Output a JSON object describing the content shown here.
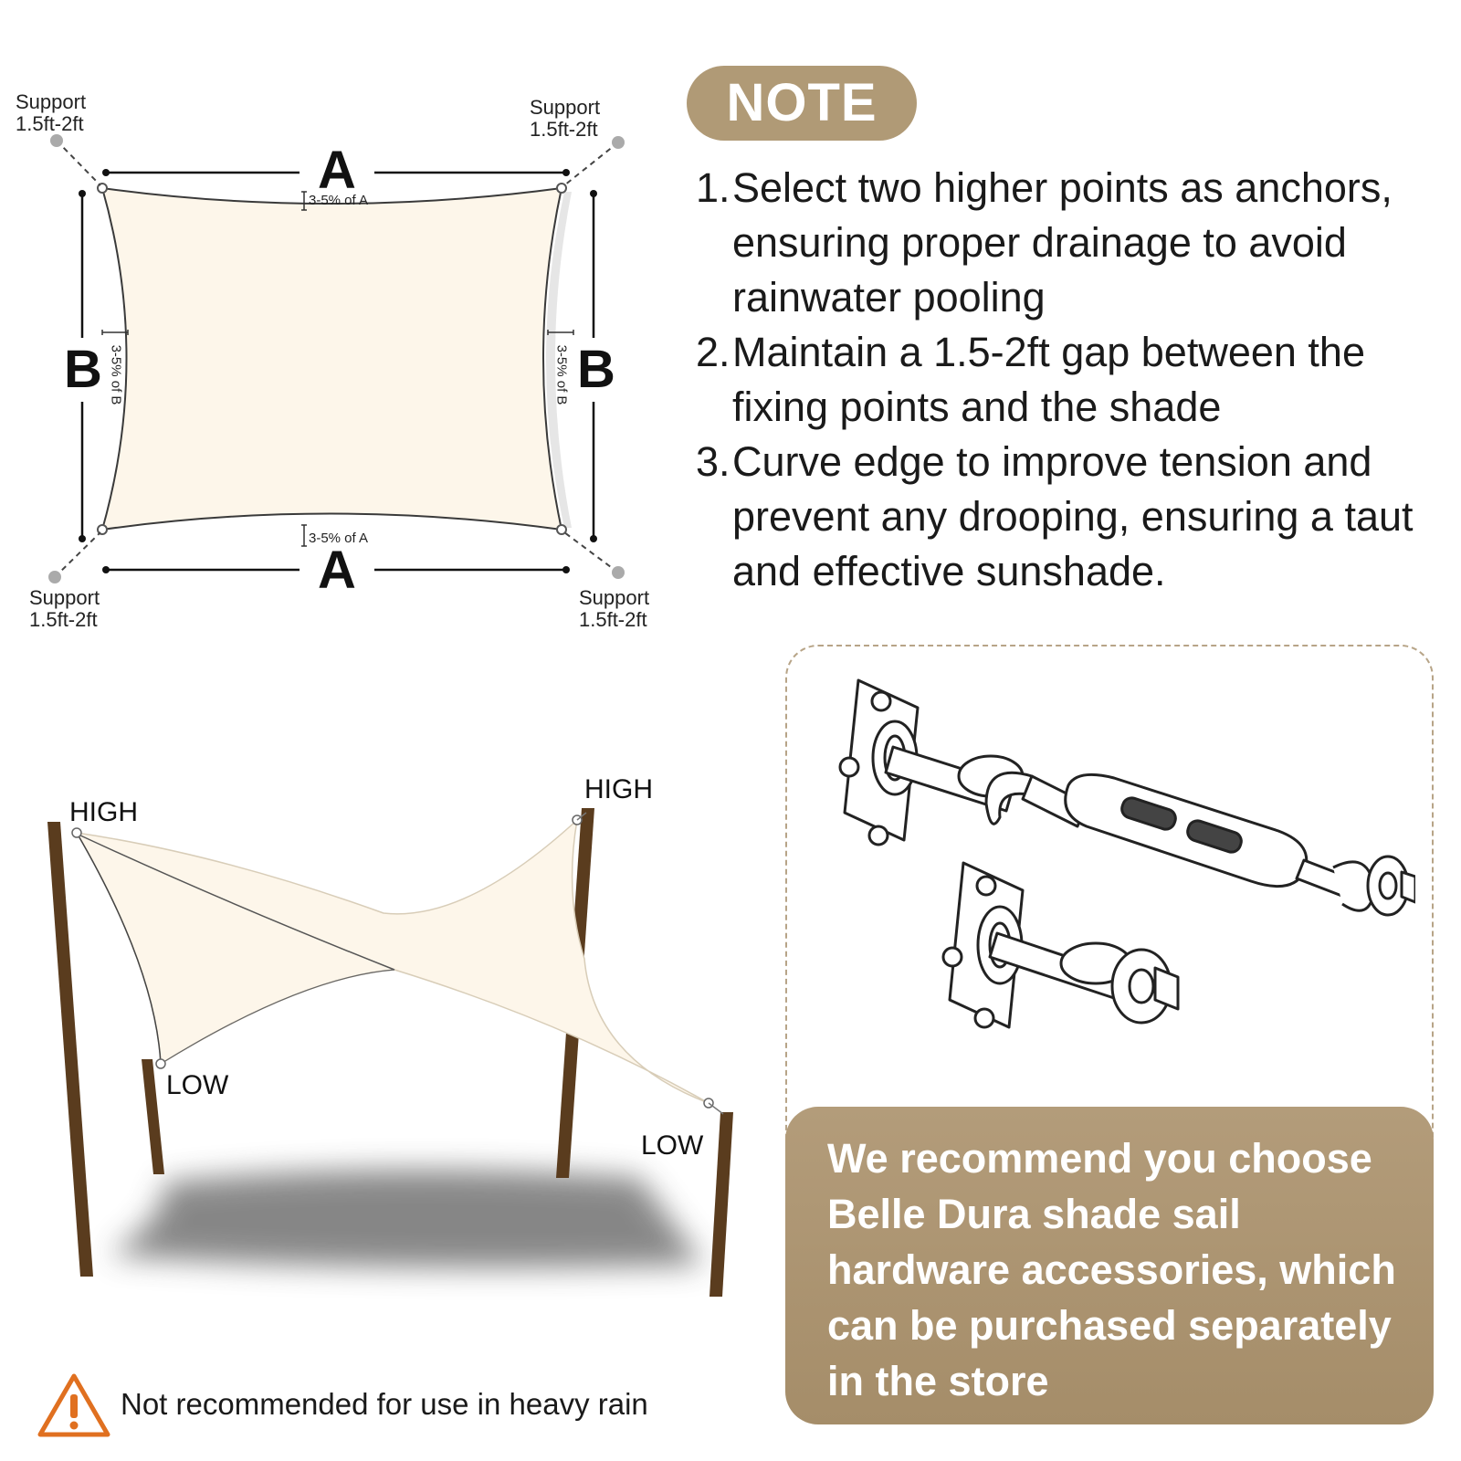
{
  "top_diagram": {
    "support_label": "Support",
    "support_gap": "1.5ft-2ft",
    "side_a": "A",
    "side_b": "B",
    "sag_a": "3-5% of A",
    "sag_b": "3-5% of B",
    "sail_color": "#fdf6ea"
  },
  "note": {
    "title": "NOTE",
    "pill_color": "#b09a76",
    "items": [
      {
        "num": "1.",
        "text": "Select two higher points as anchors, ensuring proper drainage to avoid rainwater pooling"
      },
      {
        "num": "2.",
        "text": "Maintain a 1.5-2ft gap between the fixing points and the shade"
      },
      {
        "num": "3.",
        "text": "Curve edge to improve tension and prevent any drooping, ensuring a taut and effective sunshade."
      }
    ]
  },
  "install_diagram": {
    "high": "HIGH",
    "low": "LOW",
    "pole_color": "#5a3c1e"
  },
  "hardware": {
    "icon": "turnbuckle-hardware-icon"
  },
  "recommend": {
    "text": "We recommend you choose Belle Dura shade sail hardware accessories, which can be purchased separately in the store",
    "bg_color": "#a88f6b"
  },
  "warning": {
    "text": "Not recommended for use in heavy rain",
    "icon": "warning-triangle-icon",
    "color": "#e07020"
  }
}
